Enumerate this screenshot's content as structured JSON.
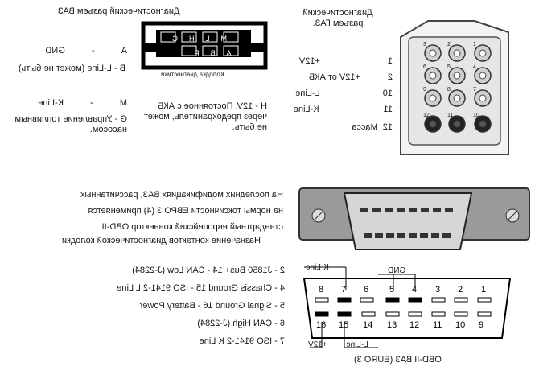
{
  "vaz_header": "Диагностический разъем ВАЗ",
  "vaz_connector_label": "Колодка диагностики",
  "vaz_pins_top": [
    "M",
    "L",
    "H",
    "G"
  ],
  "vaz_pins_bottom": [
    "A",
    "B",
    "F"
  ],
  "vaz_pins": [
    {
      "pin": "А",
      "sep": "-",
      "text": "GND"
    },
    {
      "pin": "В",
      "sep": "-",
      "text": "L-Line (может не быть)"
    },
    {
      "pin": "М",
      "sep": "-",
      "text": "K-Line"
    },
    {
      "pin": "G",
      "sep": "-",
      "text": "Управление топливным насосом."
    },
    {
      "pin": "Н",
      "sep": "-",
      "text": "12V. Постоянное с АКБ через предохранитель, может не быть."
    }
  ],
  "gaz_header": "Диагностический разъем ГАЗ.",
  "gaz_pins": [
    {
      "num": "1",
      "text": "+12V"
    },
    {
      "num": "2",
      "text": "+12V от АКБ"
    },
    {
      "num": "10",
      "text": "L-Line"
    },
    {
      "num": "11",
      "text": "K-Line"
    },
    {
      "num": "12",
      "text": "Масса"
    }
  ],
  "gaz_connector_pins": [
    "3",
    "2",
    "1",
    "6",
    "5",
    "4",
    "9",
    "8",
    "7",
    "12",
    "11",
    "10"
  ],
  "obd_paragraph": [
    "На последних модификациях ВАЗ, рассчитанных",
    "на нормы токсичности ЕВРО 3 (4) применяется",
    "стандартный европейский коннектор OBD-II.",
    "Назначение контактов диагностической колодки"
  ],
  "obd_pins": [
    "2  -  J1850  Bus+  14  -  CAN Low (J-2284)",
    "4  -  Chassis Ground  15  -  ISO 9141-2 L Line",
    "5  -  Signal Ground  16  -  Battery Power",
    "6  -  CAN High (J-2284)",
    "7  -  ISO 9141-2 K Line"
  ],
  "obd_top_row": [
    "8",
    "7",
    "6",
    "5",
    "4",
    "3",
    "2",
    "1"
  ],
  "obd_bottom_row": [
    "16",
    "15",
    "14",
    "13",
    "12",
    "11",
    "10",
    "9"
  ],
  "obd_labels": {
    "kline": "K-Line",
    "gnd": "GND",
    "lline": "L-Line",
    "plus12v": "+12V",
    "caption": "OBD-II ВАЗ (EURO 3)"
  }
}
